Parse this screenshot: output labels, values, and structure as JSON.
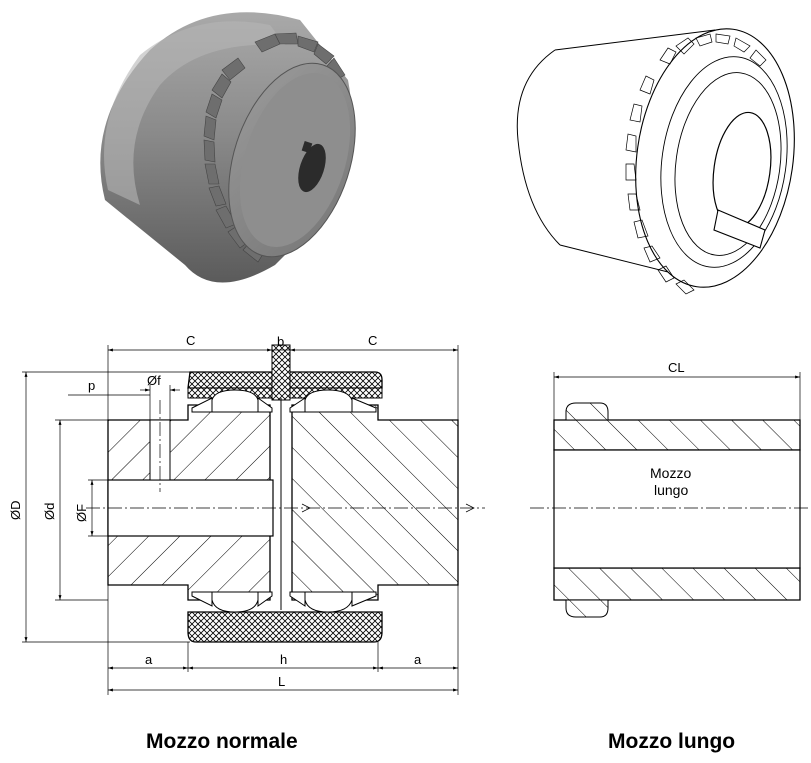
{
  "labels": {
    "C_left": "C",
    "b": "b",
    "C_right": "C",
    "phi_f": "Øf",
    "p": "p",
    "phi_D": "ØD",
    "phi_d": "Ød",
    "phi_F": "ØF",
    "a_left": "a",
    "h": "h",
    "a_right": "a",
    "L": "L",
    "CL": "CL",
    "mozzo_lungo_line1": "Mozzo",
    "mozzo_lungo_line2": "lungo"
  },
  "captions": {
    "normal": "Mozzo normale",
    "long": "Mozzo lungo"
  }
}
